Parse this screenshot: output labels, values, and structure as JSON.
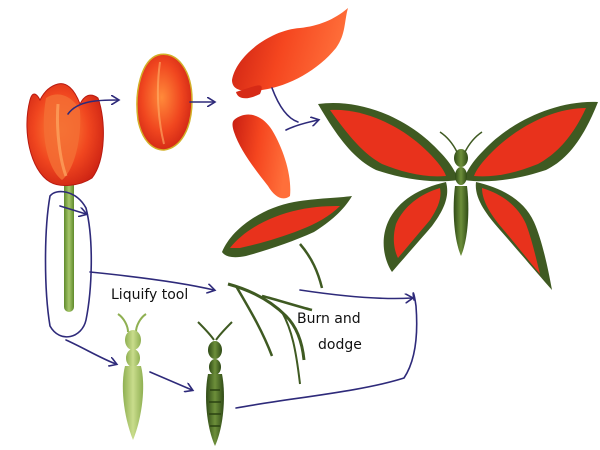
{
  "labels": {
    "liquify_tool": "Liquify tool",
    "burn_and_dodge_line1": "Burn and",
    "burn_and_dodge_line2": "dodge"
  },
  "colors": {
    "petal_red": "#e8321c",
    "petal_orange": "#f46a2a",
    "stem_green": "#7fa447",
    "dark_green": "#3f5a22",
    "ink_blue": "#2e2a7a",
    "background": "#ffffff"
  },
  "icons": [
    "tulip-flower",
    "tulip-petal",
    "butterfly",
    "insect-body",
    "arrow"
  ]
}
